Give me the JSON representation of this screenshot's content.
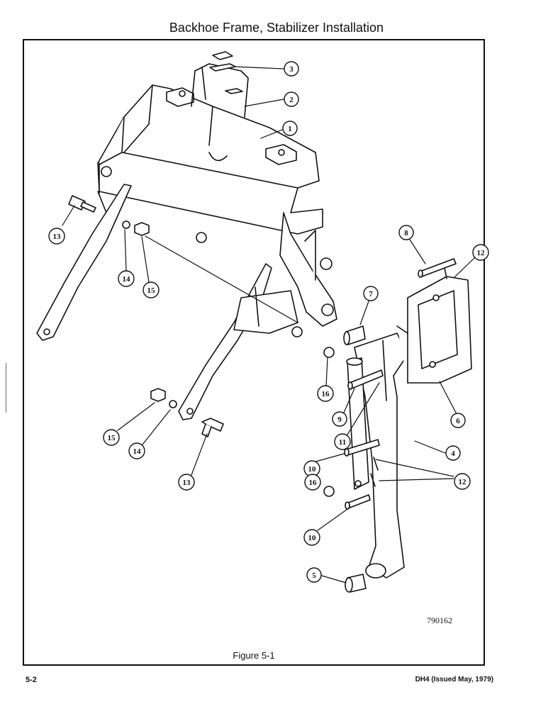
{
  "page": {
    "title": "Backhoe Frame, Stabilizer Installation",
    "figure_caption": "Figure 5-1",
    "drawing_number": "790162",
    "page_number": "5-2",
    "document_id": "DH4 (Issued May, 1979)"
  },
  "callouts": [
    {
      "id": "c3",
      "label": "3"
    },
    {
      "id": "c2",
      "label": "2"
    },
    {
      "id": "c1",
      "label": "1"
    },
    {
      "id": "c13a",
      "label": "13"
    },
    {
      "id": "c14a",
      "label": "14"
    },
    {
      "id": "c15a",
      "label": "15"
    },
    {
      "id": "c8",
      "label": "8"
    },
    {
      "id": "c12a",
      "label": "12"
    },
    {
      "id": "c7",
      "label": "7"
    },
    {
      "id": "c16a",
      "label": "16"
    },
    {
      "id": "c9",
      "label": "9"
    },
    {
      "id": "c6",
      "label": "6"
    },
    {
      "id": "c11",
      "label": "11"
    },
    {
      "id": "c15b",
      "label": "15"
    },
    {
      "id": "c14b",
      "label": "14"
    },
    {
      "id": "c13b",
      "label": "13"
    },
    {
      "id": "c4",
      "label": "4"
    },
    {
      "id": "c10a",
      "label": "10"
    },
    {
      "id": "c16b",
      "label": "16"
    },
    {
      "id": "c12b",
      "label": "12"
    },
    {
      "id": "c10b",
      "label": "10"
    },
    {
      "id": "c5",
      "label": "5"
    }
  ]
}
